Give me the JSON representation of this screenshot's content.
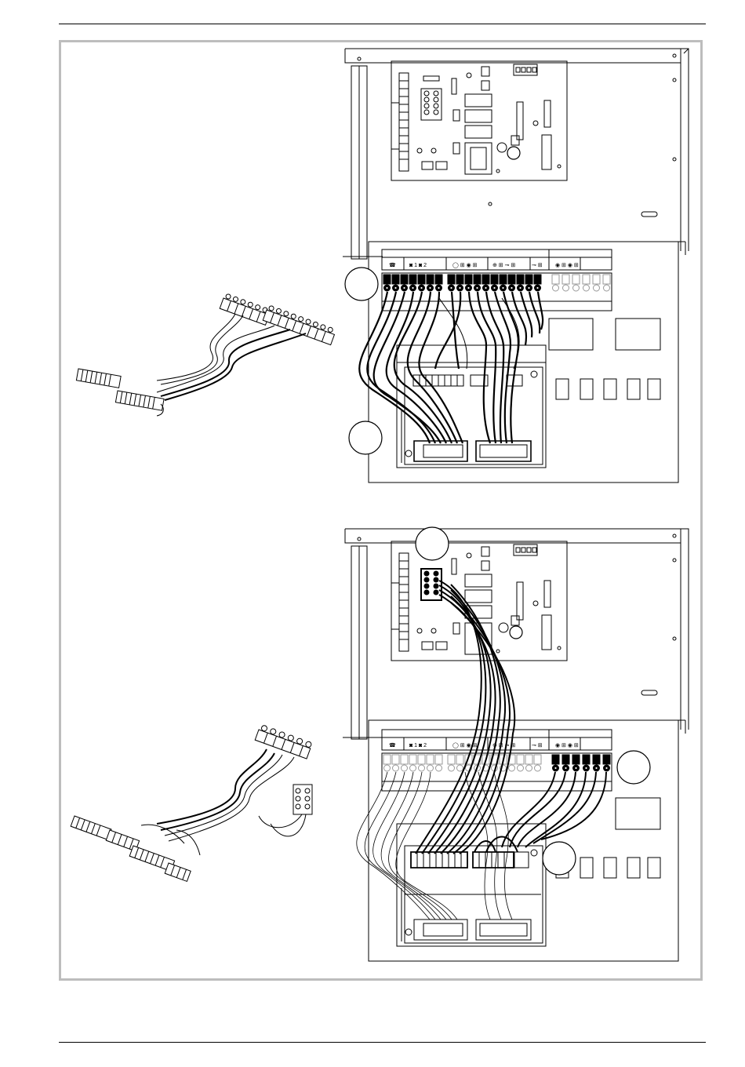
{
  "page": {
    "header_rule": true,
    "footer_rule": true,
    "frame_color": "#bdbdbd"
  },
  "figures": [
    {
      "name": "figure-top",
      "callouts": 2,
      "description_visible_text": []
    },
    {
      "name": "figure-bottom",
      "callouts": 3,
      "description_visible_text": []
    }
  ]
}
